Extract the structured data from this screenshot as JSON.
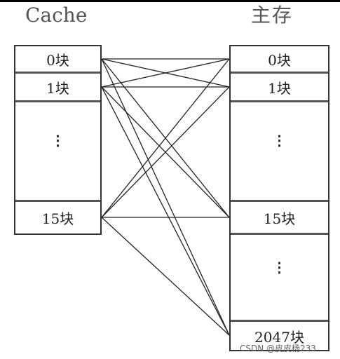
{
  "cache": {
    "title": "Cache",
    "blocks": {
      "block0": "0块",
      "block1": "1块",
      "block15": "15块"
    },
    "ellipsis": "⋮"
  },
  "main_memory": {
    "title": "主存",
    "blocks": {
      "block0": "0块",
      "block1": "1块",
      "block15": "15块",
      "block2047": "2047块"
    },
    "ellipsis": "⋮"
  },
  "mapping": [
    {
      "from": "cache-0",
      "to": "main-0"
    },
    {
      "from": "cache-0",
      "to": "main-1"
    },
    {
      "from": "cache-0",
      "to": "main-15"
    },
    {
      "from": "cache-0",
      "to": "main-2047"
    },
    {
      "from": "cache-1",
      "to": "main-0"
    },
    {
      "from": "cache-1",
      "to": "main-1"
    },
    {
      "from": "cache-1",
      "to": "main-15"
    },
    {
      "from": "cache-1",
      "to": "main-2047"
    },
    {
      "from": "cache-15",
      "to": "main-0"
    },
    {
      "from": "cache-15",
      "to": "main-1"
    },
    {
      "from": "cache-15",
      "to": "main-15"
    },
    {
      "from": "cache-15",
      "to": "main-2047"
    }
  ],
  "watermark": "CSDN @皮皮杨233",
  "colors": {
    "border": "#333333",
    "line": "#222222"
  }
}
